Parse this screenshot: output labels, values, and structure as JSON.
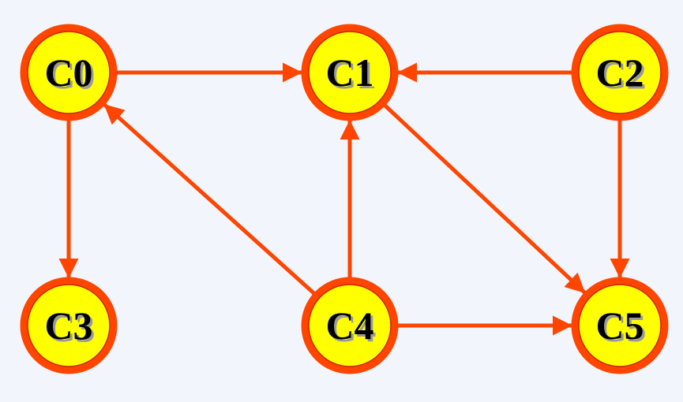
{
  "diagram": {
    "colors": {
      "background": "#f2f6fc",
      "node_fill": "#ffff00",
      "node_ring": "#ff4500",
      "node_ring_inner": "#cc2200",
      "edge": "#ff4500",
      "label": "#000000",
      "label_shadow": "#9a9a9a"
    },
    "nodes": [
      {
        "id": "C0",
        "label": "C0"
      },
      {
        "id": "C1",
        "label": "C1"
      },
      {
        "id": "C2",
        "label": "C2"
      },
      {
        "id": "C3",
        "label": "C3"
      },
      {
        "id": "C4",
        "label": "C4"
      },
      {
        "id": "C5",
        "label": "C5"
      }
    ],
    "edges": [
      {
        "from": "C0",
        "to": "C1"
      },
      {
        "from": "C2",
        "to": "C1"
      },
      {
        "from": "C0",
        "to": "C3"
      },
      {
        "from": "C4",
        "to": "C0"
      },
      {
        "from": "C4",
        "to": "C1"
      },
      {
        "from": "C1",
        "to": "C5"
      },
      {
        "from": "C2",
        "to": "C5"
      },
      {
        "from": "C4",
        "to": "C5"
      }
    ]
  }
}
